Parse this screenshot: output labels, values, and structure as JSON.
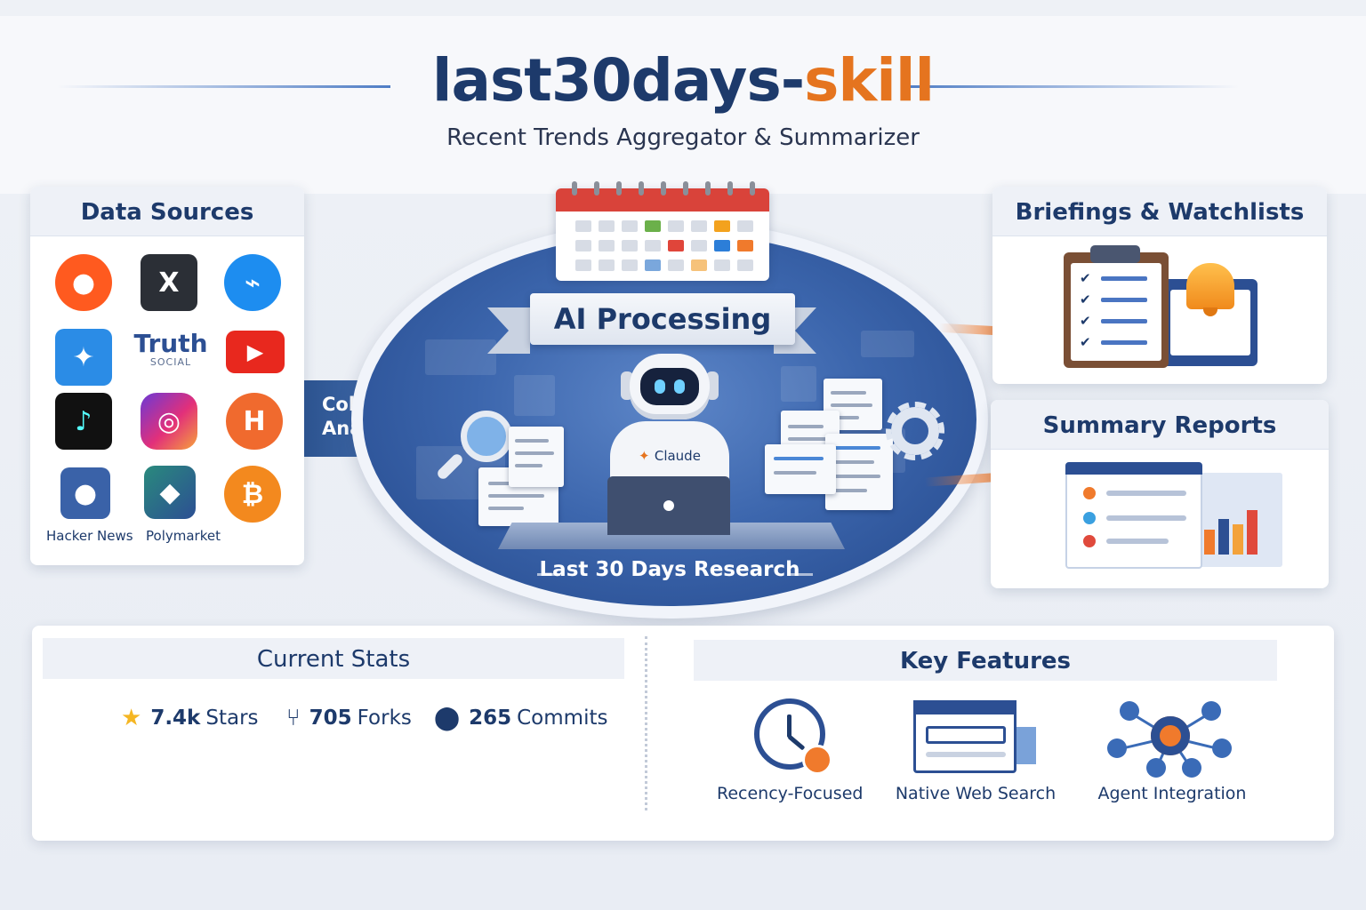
{
  "header": {
    "title_main": "last30days-",
    "title_accent": "skill",
    "subtitle": "Recent Trends Aggregator & Summarizer"
  },
  "colors": {
    "navy": "#1d3a6b",
    "accent_orange": "#e5741f",
    "blue": "#3c66ad"
  },
  "sources": {
    "title": "Data Sources",
    "items": [
      {
        "name": "reddit-icon",
        "glyph": "●"
      },
      {
        "name": "x-icon",
        "glyph": "X"
      },
      {
        "name": "bluesky-icon",
        "glyph": "⌁"
      },
      {
        "name": "gemini-icon",
        "glyph": "✦"
      },
      {
        "name": "truth-social-icon",
        "glyph": "Truth",
        "sub": "SOCIAL"
      },
      {
        "name": "youtube-icon",
        "glyph": "▶"
      },
      {
        "name": "tiktok-icon",
        "glyph": "♪"
      },
      {
        "name": "instagram-icon",
        "glyph": "◎"
      },
      {
        "name": "polymarket-h-icon",
        "glyph": "H"
      },
      {
        "name": "hacker-news-icon",
        "glyph": "●",
        "label": "Hacker News"
      },
      {
        "name": "polymarket-icon",
        "glyph": "◆",
        "label": "Polymarket"
      },
      {
        "name": "bitcoin-icon",
        "glyph": "₿"
      }
    ]
  },
  "center": {
    "banner": "AI Processing",
    "robot_badge": "Claude",
    "caption": "Last 30 Days Research",
    "collect_label_1": "Collect &",
    "collect_label_2": "Analyze"
  },
  "outputs": {
    "briefings_title": "Briefings & Watchlists",
    "reports_title": "Summary Reports"
  },
  "stats": {
    "title": "Current Stats",
    "stars_value": "7.4k",
    "stars_label": "Stars",
    "forks_value": "705",
    "forks_label": "Forks",
    "commits_value": "265",
    "commits_label": "Commits"
  },
  "features": {
    "title": "Key Features",
    "items": [
      {
        "label": "Recency-Focused",
        "icon": "clock-icon"
      },
      {
        "label": "Native Web Search",
        "icon": "browser-search-icon"
      },
      {
        "label": "Agent Integration",
        "icon": "network-agent-icon"
      }
    ]
  }
}
